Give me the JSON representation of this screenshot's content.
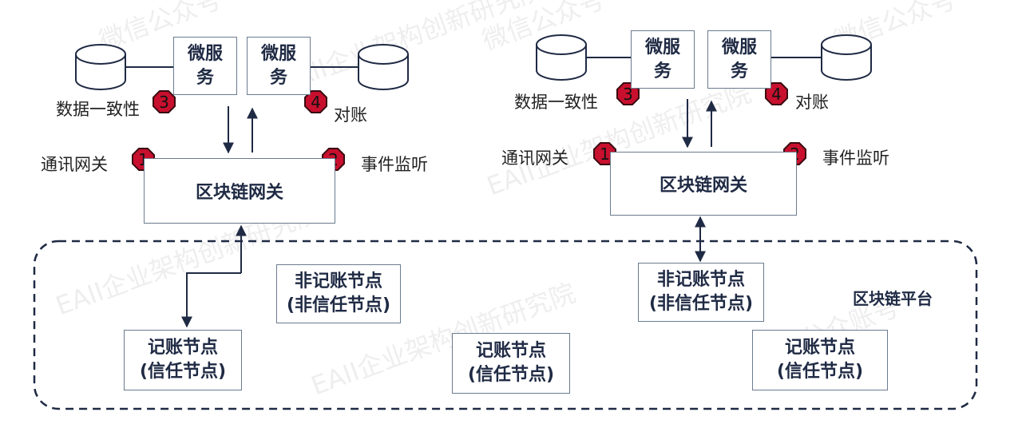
{
  "diagrams": [
    {
      "microservice_left": "微服务",
      "microservice_right": "微服务",
      "gateway": "区块链网关",
      "label_consistency": "数据一致性",
      "label_reconcile": "对账",
      "label_comm_gateway": "通讯网关",
      "label_event_listen": "事件监听",
      "badges": [
        "1",
        "2",
        "3",
        "4"
      ]
    },
    {
      "microservice_left": "微服务",
      "microservice_right": "微服务",
      "gateway": "区块链网关",
      "label_consistency": "数据一致性",
      "label_reconcile": "对账",
      "label_comm_gateway": "通讯网关",
      "label_event_listen": "事件监听",
      "badges": [
        "1",
        "2",
        "3",
        "4"
      ]
    }
  ],
  "platform": {
    "label": "区块链平台",
    "nodes": [
      {
        "line1": "非记账节点",
        "line2": "(非信任节点)"
      },
      {
        "line1": "非记账节点",
        "line2": "(非信任节点)"
      },
      {
        "line1": "记账节点",
        "line2": "(信任节点)"
      },
      {
        "line1": "记账节点",
        "line2": "(信任节点)"
      },
      {
        "line1": "记账节点",
        "line2": "(信任节点)"
      }
    ]
  },
  "watermark": {
    "text_1": "微信公众号",
    "text_2": "EAII企业架构创新研究院",
    "text_3": "公众账号"
  },
  "colors": {
    "badge_fill": "#c8102e",
    "badge_stroke": "#3a0a10",
    "line": "#1f2a44",
    "box_border": "#6b7b8f",
    "text": "#1f2a44"
  }
}
